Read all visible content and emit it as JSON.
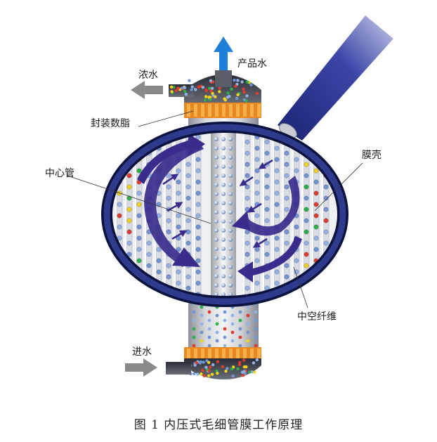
{
  "labels": {
    "product_water": "产品水",
    "concentrate": "浓水",
    "sealing_resin": "封装数脂",
    "membrane_shell": "膜壳",
    "center_tube": "中心管",
    "hollow_fiber": "中空纤维",
    "feed_water": "进水"
  },
  "caption": "图 1  内压式毛细管膜工作原理",
  "colors": {
    "ring": "#1f2a6e",
    "ring_edge": "#0b123d",
    "cylinder_gray": "#b9bcc2",
    "flow_arrow": "#3a2c8c",
    "product_arrow": "#1e7fd8",
    "side_arrow": "#8a8a8a",
    "resin": "#e8891f",
    "hose": "#27318a"
  }
}
